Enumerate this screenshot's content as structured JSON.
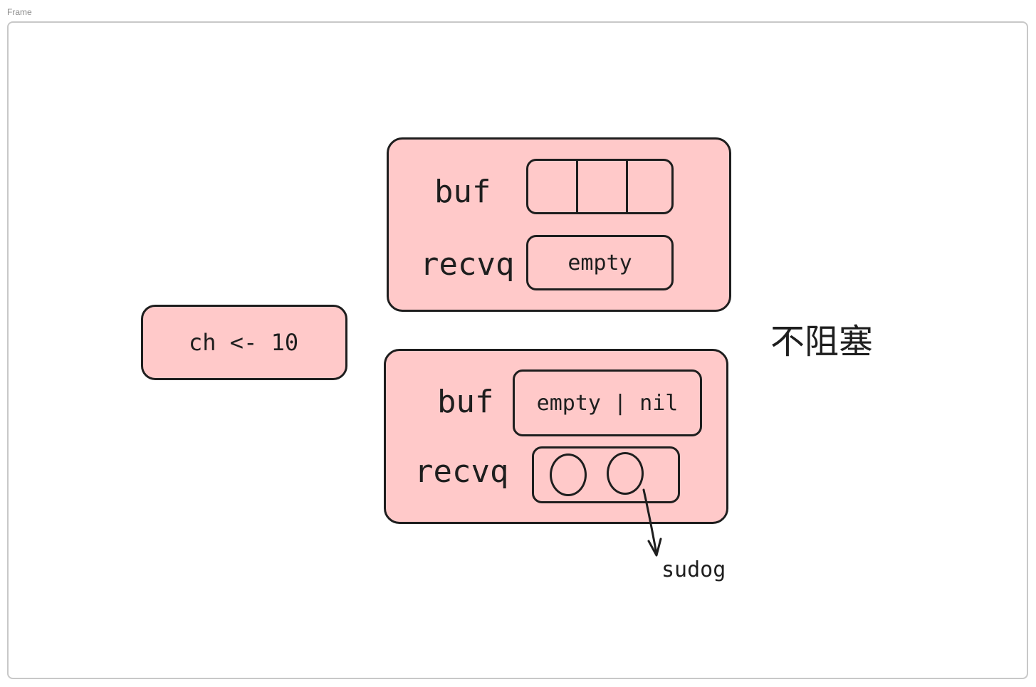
{
  "frame": {
    "label": "Frame"
  },
  "send_box": {
    "text": "ch <- 10"
  },
  "channel_top": {
    "buf_label": "buf",
    "recvq_label": "recvq",
    "recvq_value": "empty",
    "buf_cells": 3
  },
  "channel_bottom": {
    "buf_label": "buf",
    "buf_value": "empty | nil",
    "recvq_label": "recvq",
    "waiting_goroutines": 2
  },
  "arrow_label": "sudog",
  "status_text": "不阻塞",
  "colors": {
    "box_fill": "#ffc9c9",
    "stroke": "#1e1e1e",
    "frame_border": "#c8c8c8"
  }
}
